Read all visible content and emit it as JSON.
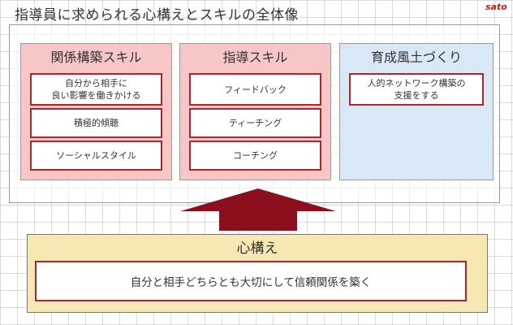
{
  "title": "指導員に求められる心構えとスキルの全体像",
  "logo": "sato",
  "colors": {
    "pink_panel": "#f7c7c7",
    "blue_panel": "#d8e8f6",
    "item_border": "#b2242c",
    "arrow": "#8b0f1d",
    "foundation": "#f7e7b3"
  },
  "panels": [
    {
      "title": "関係構築スキル",
      "items": [
        "自分から相手に\n良い影響を働きかける",
        "積極的傾聴",
        "ソーシャルスタイル"
      ]
    },
    {
      "title": "指導スキル",
      "items": [
        "フィードバック",
        "ティーチング",
        "コーチング"
      ]
    },
    {
      "title": "育成風土づくり",
      "items": [
        "人的ネットワーク構築の\n支援をする"
      ]
    }
  ],
  "foundation": {
    "title": "心構え",
    "text": "自分と相手どちらとも大切にして信頼関係を築く"
  }
}
